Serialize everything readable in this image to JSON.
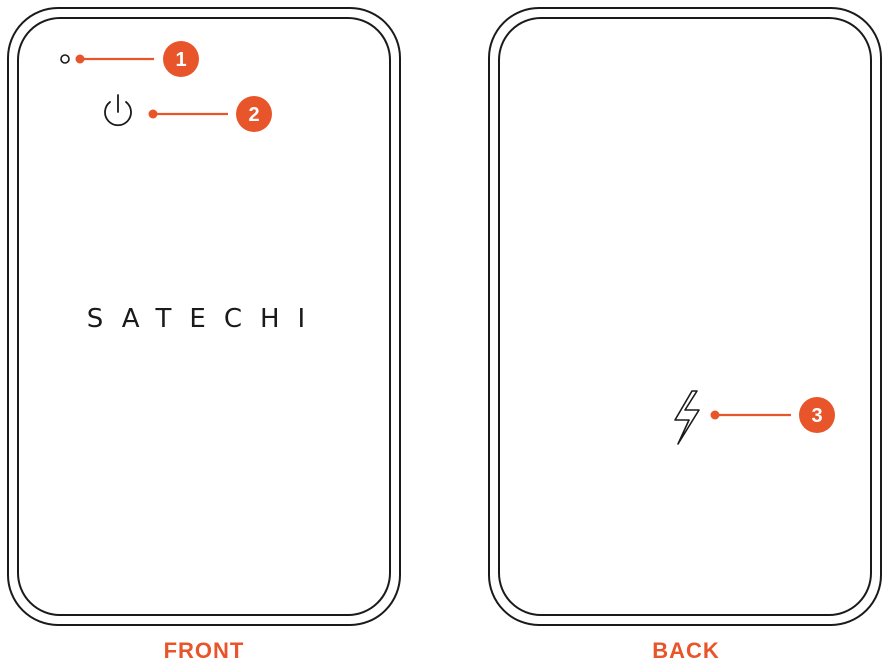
{
  "brand": "SATECHI",
  "accent_color": "#e8552a",
  "outline_color": "#1a1a1a",
  "front": {
    "label": "FRONT",
    "callouts": [
      {
        "number": "1",
        "icon": "led-indicator-icon"
      },
      {
        "number": "2",
        "icon": "power-icon"
      }
    ]
  },
  "back": {
    "label": "BACK",
    "callouts": [
      {
        "number": "3",
        "icon": "lightning-bolt-icon"
      }
    ]
  }
}
